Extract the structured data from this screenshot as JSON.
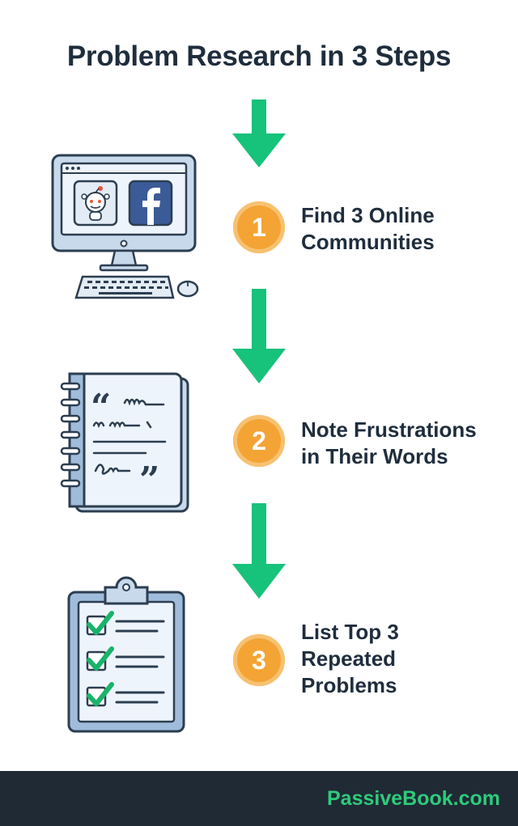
{
  "title": "Problem Research in 3 Steps",
  "steps": [
    {
      "number": "1",
      "lines": [
        "Find 3 Online",
        "Communities"
      ]
    },
    {
      "number": "2",
      "lines": [
        "Note Frustrations",
        "in Their Words"
      ]
    },
    {
      "number": "3",
      "lines": [
        "List Top 3",
        "Repeated",
        "Problems"
      ]
    }
  ],
  "footer": {
    "brand": "PassiveBook.com"
  },
  "colors": {
    "arrow": "#17c27a",
    "badge": "#f3a434",
    "check": "#19b36b",
    "footer_bg": "#1f2a35",
    "brand_text": "#2ecb7b",
    "title_text": "#1f2d3d"
  },
  "icons": {
    "step1": "computer-with-community-logos-icon",
    "step2": "quote-notebook-icon",
    "step3": "checklist-clipboard-icon"
  }
}
